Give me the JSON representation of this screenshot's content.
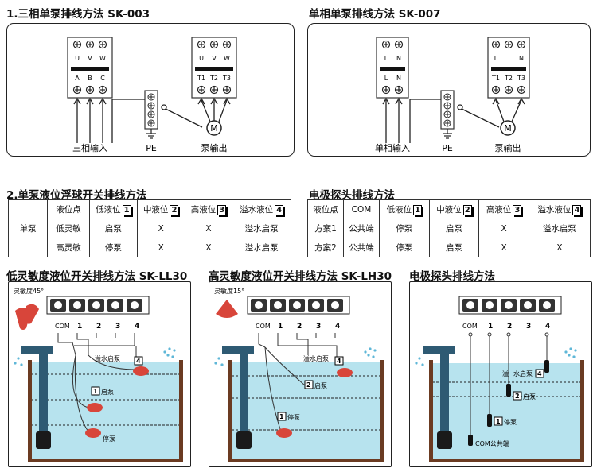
{
  "sections": {
    "three_phase": {
      "title": "1.三相单泵排线方法 SK-003",
      "input_terms": [
        "U",
        "V",
        "W"
      ],
      "input_terms_bottom": [
        "A",
        "B",
        "C"
      ],
      "output_terms": [
        "U",
        "V",
        "W"
      ],
      "output_terms_bottom": [
        "T1",
        "T2",
        "T3"
      ],
      "input_label": "三相输入",
      "pe_label": "PE",
      "pump_label": "泵输出",
      "motor_symbol": "M"
    },
    "single_phase": {
      "title": "单相单泵排线方法 SK-007",
      "input_terms": [
        "L",
        "N"
      ],
      "input_terms_bottom": [
        "L",
        "N"
      ],
      "output_terms": [
        "L",
        "N"
      ],
      "output_terms_bottom": [
        "T1",
        "T2",
        "T3"
      ],
      "input_label": "单相输入",
      "pe_label": "PE",
      "pump_label": "泵输出",
      "motor_symbol": "M"
    },
    "float_table": {
      "title": "2.单泵液位浮球开关排线方法",
      "row_group": "单泵",
      "header": [
        "液位点",
        "低液位",
        "中液位",
        "高液位",
        "溢水液位"
      ],
      "header_nums": [
        "",
        "1",
        "2",
        "3",
        "4"
      ],
      "rows": [
        [
          "低灵敏",
          "启泵",
          "X",
          "X",
          "溢水启泵"
        ],
        [
          "高灵敏",
          "停泵",
          "X",
          "X",
          "溢水启泵"
        ]
      ]
    },
    "electrode_table": {
      "title": "电极探头排线方法",
      "header": [
        "液位点",
        "COM",
        "低液位",
        "中液位",
        "高液位",
        "溢水液位"
      ],
      "header_nums": [
        "",
        "",
        "1",
        "2",
        "3",
        "4"
      ],
      "rows": [
        [
          "方案1",
          "公共端",
          "停泵",
          "启泵",
          "X",
          "溢水启泵"
        ],
        [
          "方案2",
          "公共端",
          "停泵",
          "启泵",
          "X",
          "X"
        ]
      ]
    },
    "ll30": {
      "title": "低灵敏度液位开关排线方法 SK-LL30",
      "angle_label": "灵敏度45°",
      "com": "COM",
      "nums": [
        "1",
        "2",
        "3",
        "4"
      ],
      "overflow": "溢水启泵",
      "start": "启泵",
      "stop": "停泵"
    },
    "lh30": {
      "title": "高灵敏度液位开关排线方法 SK-LH30",
      "angle_label": "灵敏度15°",
      "com": "COM",
      "nums": [
        "1",
        "2",
        "3",
        "4"
      ],
      "overflow": "溢水启泵",
      "start": "启泵",
      "stop": "停泵"
    },
    "electrode": {
      "title": "电极探头排线方法",
      "com": "COM",
      "nums": [
        "1",
        "2",
        "3",
        "4"
      ],
      "overflow_a": "溢",
      "overflow_b": "水启泵",
      "start": "启泵",
      "stop": "停泵",
      "com_label": "COM公共端"
    }
  },
  "colors": {
    "water": "#b7e3ee",
    "float": "#d8453a",
    "tank": "#6b3b22",
    "pipe": "#2e5a73"
  }
}
